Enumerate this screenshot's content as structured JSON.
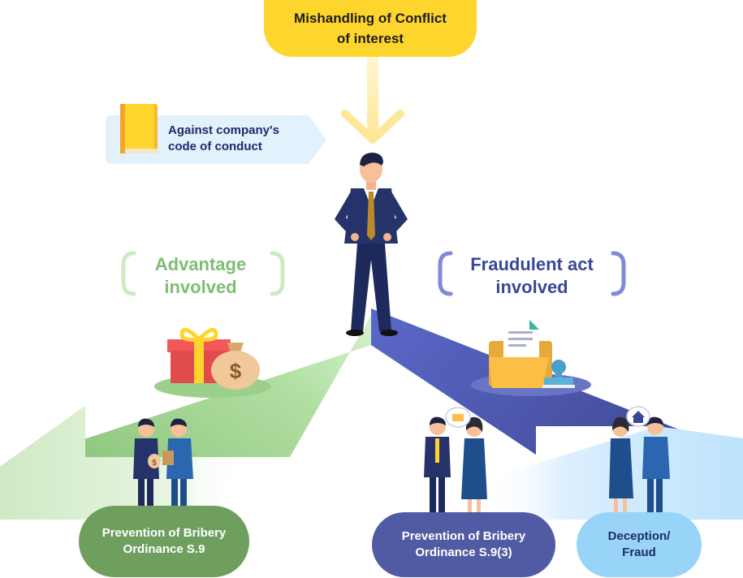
{
  "top": {
    "line1": "Mishandling of Conflict",
    "line2": "of interest"
  },
  "code_of_conduct": {
    "line1": "Against company's",
    "line2": "code of conduct"
  },
  "advantage": {
    "line1": "Advantage",
    "line2": "involved"
  },
  "fraudulent": {
    "line1": "Fraudulent act",
    "line2": "involved"
  },
  "outcomes": [
    {
      "line1": "Prevention of Bribery",
      "line2": "Ordinance S.9"
    },
    {
      "line1": "Prevention of Bribery",
      "line2": "Ordinance S.9(3)"
    },
    {
      "line1": "Deception/",
      "line2": "Fraud"
    }
  ],
  "icons": {
    "book": "book-icon",
    "gift": "gift-box-icon",
    "money": "money-bag-icon",
    "folder": "folder-document-icon",
    "stamp": "stamp-icon",
    "house": "house-icon"
  },
  "colors": {
    "yellow": "#fed52c",
    "green": "#6f9f5f",
    "green_light": "#7fbd74",
    "navy": "#3a4796",
    "blue_dark": "#515ba3",
    "blue_light": "#98d4f7"
  }
}
